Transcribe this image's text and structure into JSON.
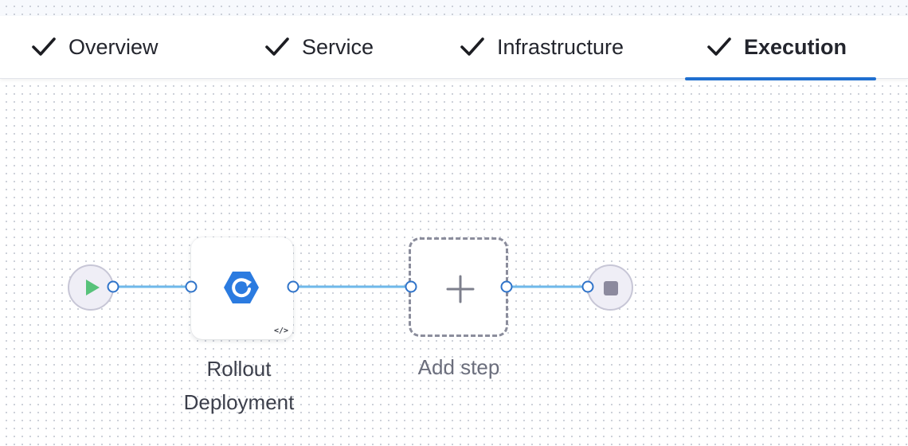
{
  "tabs": [
    {
      "label": "Overview",
      "icon": "check-icon",
      "completed": true,
      "active": false
    },
    {
      "label": "Service",
      "icon": "check-icon",
      "completed": true,
      "active": false
    },
    {
      "label": "Infrastructure",
      "icon": "check-icon",
      "completed": true,
      "active": false
    },
    {
      "label": "Execution",
      "icon": "check-icon",
      "completed": true,
      "active": true
    }
  ],
  "pipeline": {
    "start_icon": "play-icon",
    "steps": [
      {
        "label": "Rollout Deployment",
        "icon": "rollout-icon",
        "badge_icon": "code-icon",
        "badge_text": "</>"
      }
    ],
    "add_step": {
      "label": "Add step",
      "icon": "plus-icon"
    },
    "end_icon": "stop-icon"
  },
  "colors": {
    "accent": "#1f6fd0",
    "connector": "#6fb8ea",
    "port_border": "#2f73c9",
    "start_green": "#57c27a",
    "stop_gray": "#8c8a9e",
    "step_icon_blue": "#2b7be0"
  }
}
